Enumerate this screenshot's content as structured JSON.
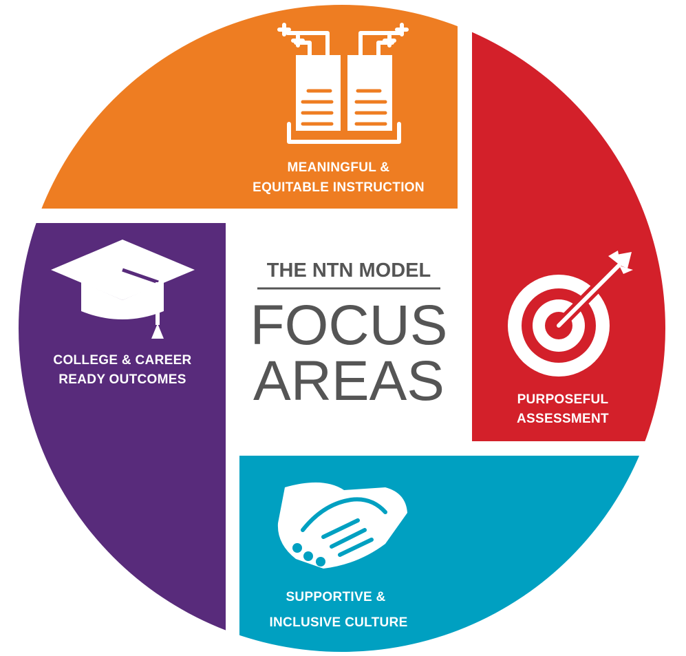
{
  "center": {
    "kicker": "THE NTN MODEL",
    "title_line1": "FOCUS",
    "title_line2": "AREAS"
  },
  "segments": [
    {
      "id": "instruction",
      "color": "#ee7d22",
      "icon": "open-book-icon",
      "label_line1": "MEANINGFUL &",
      "label_line2": "EQUITABLE INSTRUCTION"
    },
    {
      "id": "assessment",
      "color": "#d3202a",
      "icon": "target-arrow-icon",
      "label_line1": "PURPOSEFUL",
      "label_line2": "ASSESSMENT"
    },
    {
      "id": "culture",
      "color": "#00a0c1",
      "icon": "handshake-icon",
      "label_line1": "SUPPORTIVE &",
      "label_line2": "INCLUSIVE CULTURE"
    },
    {
      "id": "outcomes",
      "color": "#582b7b",
      "icon": "graduation-cap-icon",
      "label_line1": "COLLEGE & CAREER",
      "label_line2": "READY OUTCOMES"
    }
  ],
  "center_text_color": "#555555"
}
